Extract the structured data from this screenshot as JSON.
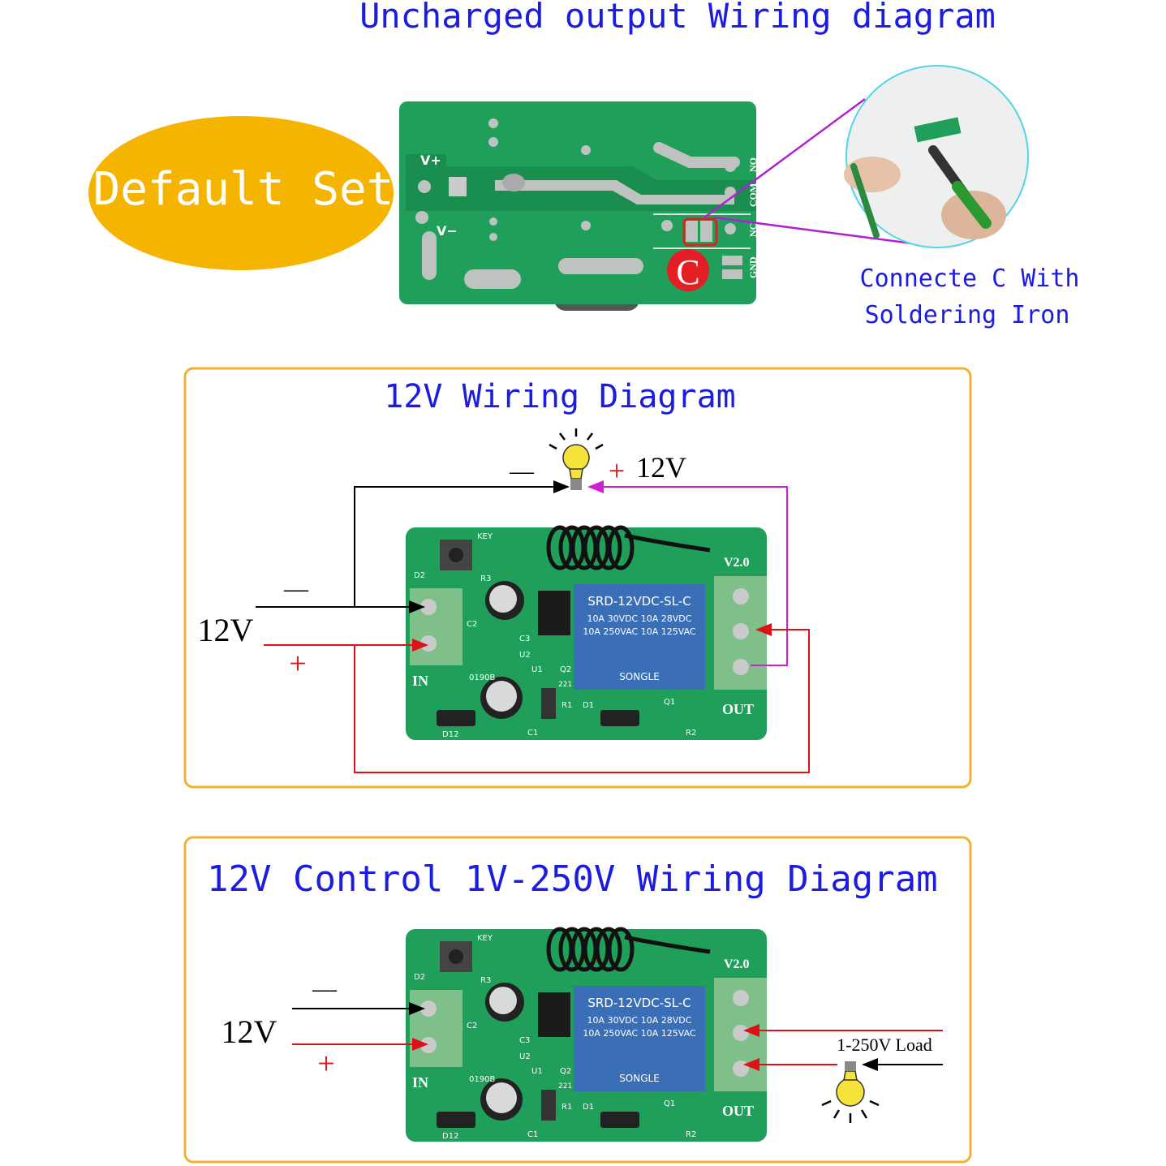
{
  "header": {
    "title": "Uncharged output Wiring diagram"
  },
  "default_set": {
    "label": "Default Set",
    "color": "#f5b400"
  },
  "top_board": {
    "labels": {
      "vplus": "V+",
      "vminus": "V−",
      "no": "NO",
      "com": "COM",
      "nc": "NC",
      "gnd": "GND"
    },
    "marker": "C"
  },
  "solder_note": {
    "line1": "Connecte C With",
    "line2": "Soldering Iron"
  },
  "board": {
    "relay_lines": [
      "SRD-12VDC-SL-C",
      "10A 30VDC 10A 28VDC",
      "10A 250VAC 10A 125VAC"
    ],
    "relay_brand": "SONGLE",
    "version": "V2.0",
    "in_label": "IN",
    "out_label": "OUT",
    "key_label": "KEY",
    "parts": [
      "D2",
      "R3",
      "C2",
      "C3",
      "U2",
      "U1",
      "Q2",
      "C1",
      "D12",
      "R1",
      "D1",
      "Q1",
      "R2",
      "0190B",
      "221"
    ]
  },
  "panel1": {
    "title": "12V Wiring Diagram",
    "minus": "—",
    "plus": "+",
    "bulb_voltage": "12V",
    "supply_label": "12V",
    "supply_minus": "—",
    "supply_plus": "+"
  },
  "panel2": {
    "title": "12V Control 1V-250V Wiring Diagram",
    "supply_label": "12V",
    "supply_minus": "—",
    "supply_plus": "+",
    "load_label": "1-250V Load"
  },
  "colors": {
    "title_blue": "#1c1ce0",
    "panel_border": "#f0b030",
    "wire_red": "#e0101a",
    "wire_magenta": "#d020d0",
    "wire_black": "#000000",
    "pcb_green": "#1f9f5a"
  }
}
